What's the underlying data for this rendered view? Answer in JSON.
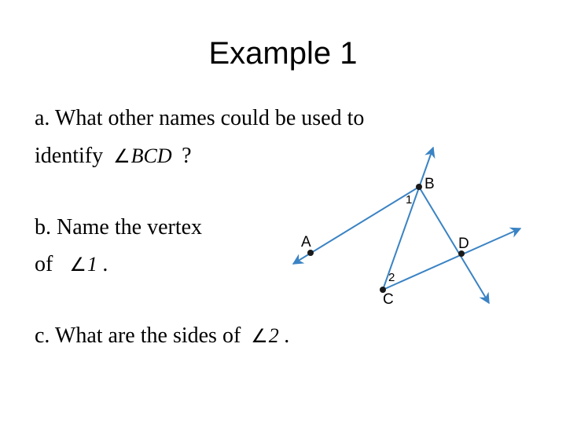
{
  "title": "Example 1",
  "question_a": {
    "line1": "a.  What other names could be used to",
    "line2_prefix": "identify",
    "angle_label": "BCD",
    "line2_suffix": "?"
  },
  "question_b": {
    "line1": "b.  Name the vertex",
    "line2_prefix": "of",
    "angle_label": "1",
    "line2_suffix": "."
  },
  "question_c": {
    "prefix": "c.  What are the sides of",
    "angle_label": "2",
    "suffix": "."
  },
  "angle_symbol": "∠",
  "figure": {
    "points": {
      "A": "A",
      "B": "B",
      "C": "C",
      "D": "D"
    },
    "angle_numbers": {
      "one": "1",
      "two": "2"
    },
    "line_color": "#3a83c4",
    "point_color": "#1a1a1a"
  }
}
